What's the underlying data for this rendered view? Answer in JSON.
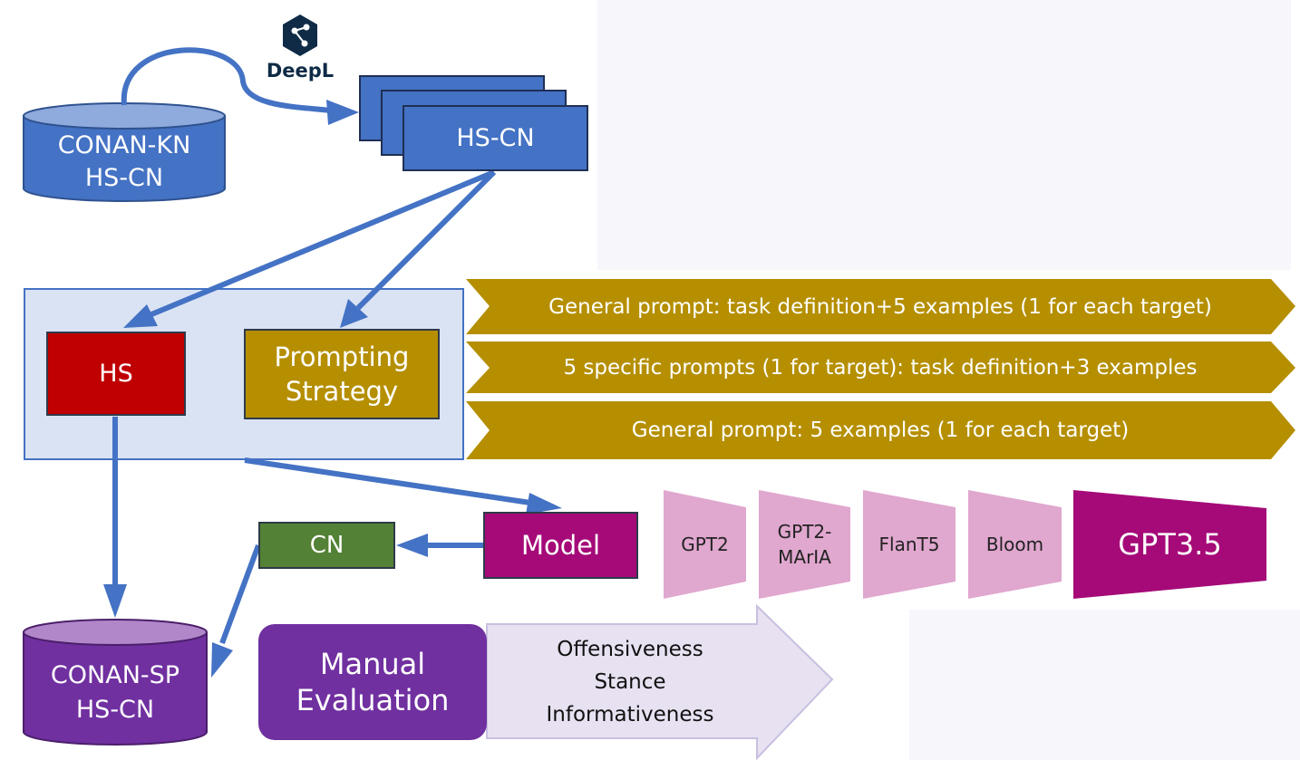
{
  "logo": {
    "text": "DeepL"
  },
  "db_source": {
    "line1": "CONAN-KN",
    "line2": "HS-CN"
  },
  "translated_stack": {
    "label": "HS-CN"
  },
  "hs_box": {
    "label": "HS"
  },
  "prompting": {
    "line1": "Prompting",
    "line2": "Strategy"
  },
  "prompts": [
    "General prompt: task definition+5 examples (1 for each target)",
    "5 specific prompts (1 for target): task definition+3 examples",
    "General prompt: 5 examples (1 for each target)"
  ],
  "cn_box": {
    "label": "CN"
  },
  "model_box": {
    "label": "Model"
  },
  "models": [
    {
      "line1": "GPT2",
      "line2": ""
    },
    {
      "line1": "GPT2-",
      "line2": "MArIA"
    },
    {
      "line1": "FlanT5",
      "line2": ""
    },
    {
      "line1": "Bloom",
      "line2": ""
    }
  ],
  "big_model": {
    "label": "GPT3.5"
  },
  "db_output": {
    "line1": "CONAN-SP",
    "line2": "HS-CN"
  },
  "manual_eval": {
    "line1": "Manual",
    "line2": "Evaluation"
  },
  "criteria": [
    "Offensiveness",
    "Stance",
    "Informativeness"
  ],
  "colors": {
    "blue": "#4472c4",
    "gold": "#b58f00",
    "red": "#c00000",
    "green": "#538135",
    "magenta": "#a50a78",
    "pink": "#e0a7cf",
    "purple": "#7030a0",
    "lavender": "#e7e1f1",
    "panel": "#dae3f3"
  }
}
